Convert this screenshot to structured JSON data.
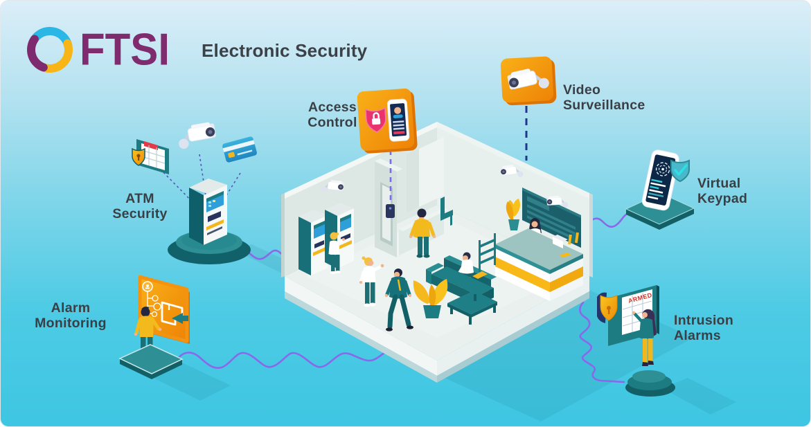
{
  "title": {
    "brand": "FTSI",
    "subtitle": "Electronic Security"
  },
  "features": [
    {
      "id": "atm-security",
      "label": "ATM Security"
    },
    {
      "id": "access-control",
      "label": "Access Control"
    },
    {
      "id": "video-surveillance",
      "label": "Video Surveillance"
    },
    {
      "id": "virtual-keypad",
      "label": "Virtual Keypad"
    },
    {
      "id": "alarm-monitoring",
      "label": "Alarm Monitoring"
    },
    {
      "id": "intrusion-alarms",
      "label": "Intrusion Alarms"
    }
  ],
  "illustration": {
    "keypad_status": "ARMED",
    "icon_names": [
      "shield-keypad-icon",
      "cctv-camera-icon",
      "bank-card-icon",
      "lock-shield-icon",
      "id-phone-icon",
      "fingerprint-phone-icon",
      "check-shield-icon",
      "floorplan-board-icon",
      "armed-keypad-icon"
    ]
  },
  "colors": {
    "background_top": "#dbeef8",
    "background_bottom": "#3ec6e2",
    "brand_purple": "#7f2c6e",
    "logo_cyan": "#2bb7e6",
    "logo_yellow": "#f8b517",
    "logo_purple": "#7d2a6e",
    "accent_orange": "#f49310",
    "accent_yellow": "#f5b81d",
    "teal_dark": "#135f66",
    "teal": "#1d7b82",
    "teal_mid": "#2e9095",
    "connector_purple": "#8a68ea",
    "dash_navy": "#20368c",
    "dash_violet": "#7a6cf0",
    "label_text": "#3a3f45",
    "armed_red": "#d93025"
  }
}
